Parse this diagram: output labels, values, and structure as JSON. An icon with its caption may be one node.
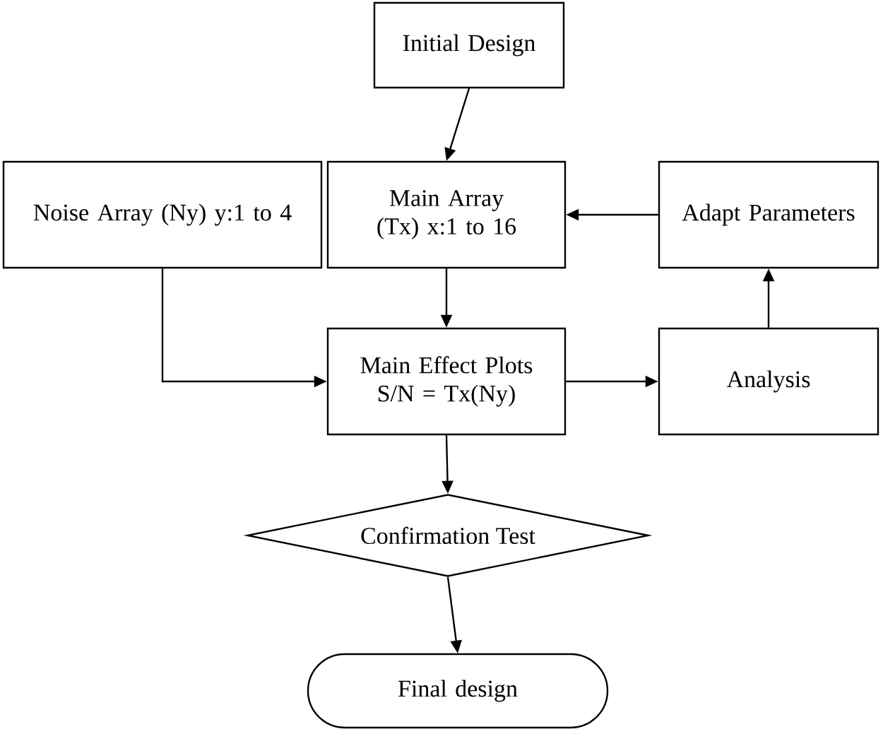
{
  "diagram": {
    "nodes": [
      {
        "text": [
          "Initial Design"
        ]
      },
      {
        "text": [
          "Noise Array (Ny) y:1 to 4"
        ]
      },
      {
        "text": [
          "Main Array (Tx) x:1 to 16"
        ]
      },
      {
        "text": [
          "Adapt Parameters"
        ]
      },
      {
        "text": [
          "Main Effect Plots S/N = Tx(Ny)"
        ]
      },
      {
        "text": [
          "Analysis"
        ]
      },
      {
        "text": [
          "Confirmation Test"
        ]
      },
      {
        "text": [
          "Final design"
        ]
      }
    ],
    "edges": [
      {
        "from": 0,
        "to": 2,
        "arrow": "to"
      },
      {
        "from": 3,
        "to": 2,
        "arrow": "to"
      },
      {
        "from": 1,
        "to": 4,
        "arrow": "to"
      },
      {
        "from": 2,
        "to": 4,
        "arrow": "to"
      },
      {
        "from": 4,
        "to": 5,
        "arrow": "to"
      },
      {
        "from": 5,
        "to": 3,
        "arrow": "to"
      },
      {
        "from": 4,
        "to": 6,
        "arrow": "to"
      },
      {
        "from": 6,
        "to": 7,
        "arrow": "to"
      }
    ]
  }
}
